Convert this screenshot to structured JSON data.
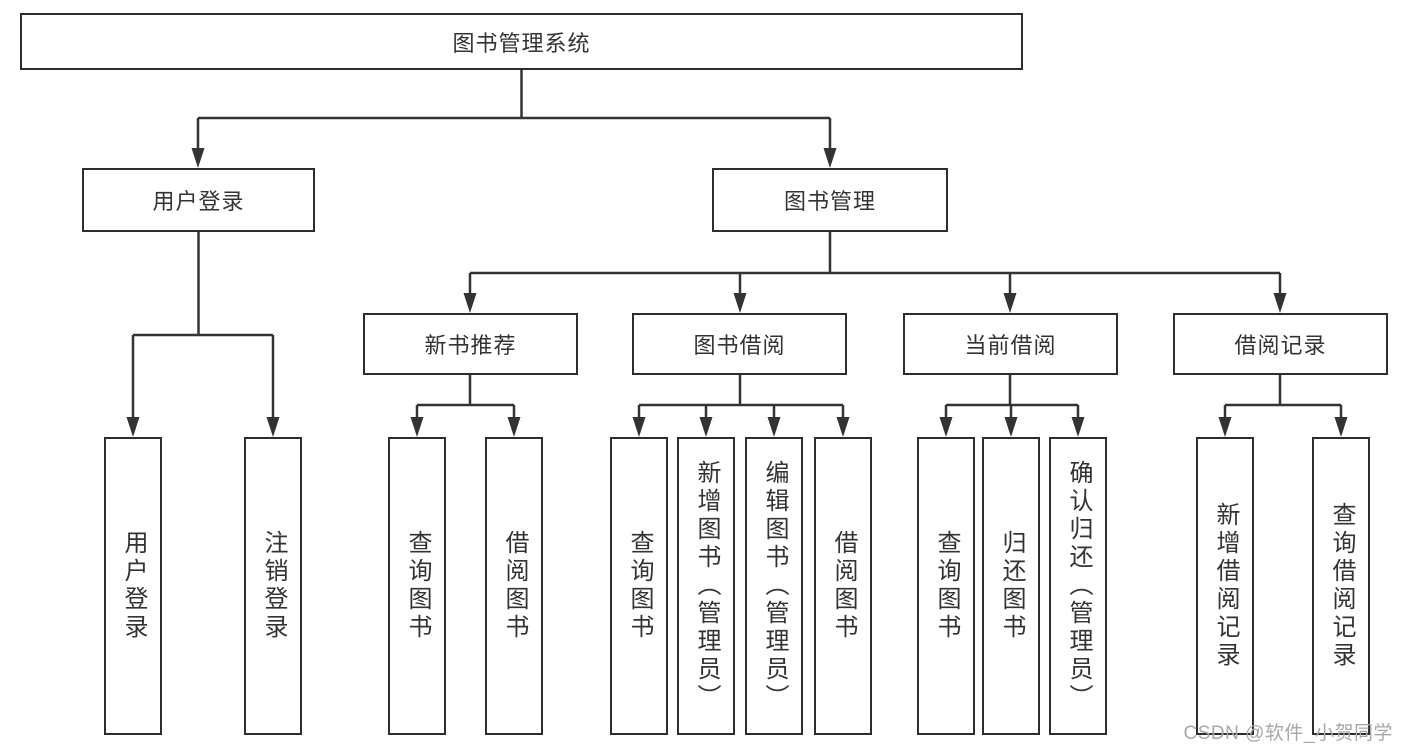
{
  "tree": {
    "root": "图书管理系统",
    "level2": [
      "用户登录",
      "图书管理"
    ],
    "level3": [
      "新书推荐",
      "图书借阅",
      "当前借阅",
      "借阅记录"
    ],
    "leaves": {
      "user_login": "用户登录",
      "logout": "注销登录",
      "recommend_query": "查询图书",
      "recommend_borrow": "借阅图书",
      "borrow_query": "查询图书",
      "borrow_add": "新增图书（管理员）",
      "borrow_edit": "编辑图书（管理员）",
      "borrow_borrow": "借阅图书",
      "current_query": "查询图书",
      "current_return": "归还图书",
      "current_confirm": "确认归还（管理员）",
      "record_add": "新增借阅记录",
      "record_query": "查询借阅记录"
    }
  },
  "watermark": "CSDN @软件_小贺同学",
  "colors": {
    "line": "#333333",
    "box_border": "#2d2d2d",
    "box_fill": "#ffffff",
    "text": "#333333",
    "watermark": "#a8a8a8",
    "background": "#ffffff"
  }
}
